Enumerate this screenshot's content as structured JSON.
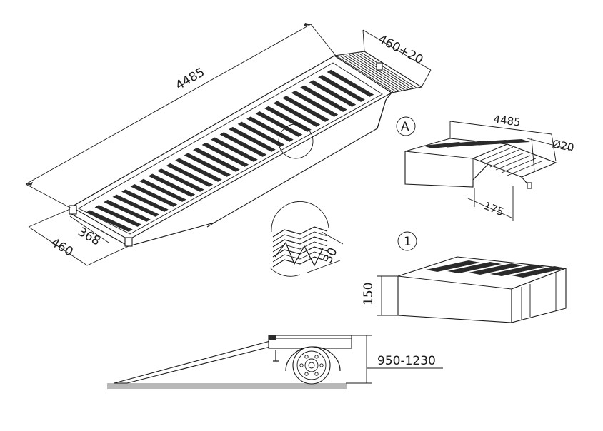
{
  "dimensions": {
    "ramp_length": "4485",
    "lip_width": "460+20",
    "inner_width": "368",
    "outer_width": "460",
    "profile_height": "30",
    "detail_a_length": "4485",
    "detail_a_pin": "Ø20",
    "detail_a_offset": "175",
    "detail_1_height": "150",
    "loading_height": "950-1230"
  },
  "markers": {
    "detail_a": "A",
    "detail_1": "1"
  }
}
